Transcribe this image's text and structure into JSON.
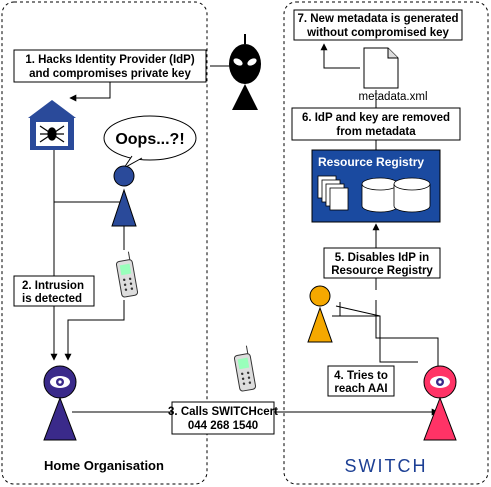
{
  "steps": {
    "step1": [
      "1. Hacks Identity Provider (IdP)",
      "and compromises private key"
    ],
    "step2": [
      "2. Intrusion",
      "is detected"
    ],
    "step3": [
      "3. Calls SWITCHcert",
      "044 268 1540"
    ],
    "step4": [
      "4. Tries to",
      "reach AAI"
    ],
    "step5": [
      "5. Disables IdP in",
      "Resource Registry"
    ],
    "step6": [
      "6. IdP and key are removed",
      "from metadata"
    ],
    "step7": [
      "7. New metadata is generated",
      "without compromised key"
    ]
  },
  "speech_bubble": "Oops...?!",
  "resource_registry": {
    "title": "Resource Registry"
  },
  "metadata_file": {
    "name": "metadata.xml"
  },
  "zones": {
    "home_label": "Home Organisation",
    "switch_brand": "SWITCH"
  },
  "colors": {
    "registry_blue": "#1a4aa0",
    "home_idp": "#3a2a8a",
    "switch_idp": "#ff3366",
    "admin_blue": "#2a4a9a",
    "user_orange": "#f5a800",
    "attacker": "#000000"
  },
  "icons": [
    "attacker-icon",
    "spider-house-icon",
    "phone-icon",
    "eye-icon",
    "document-icon",
    "database-icon"
  ]
}
